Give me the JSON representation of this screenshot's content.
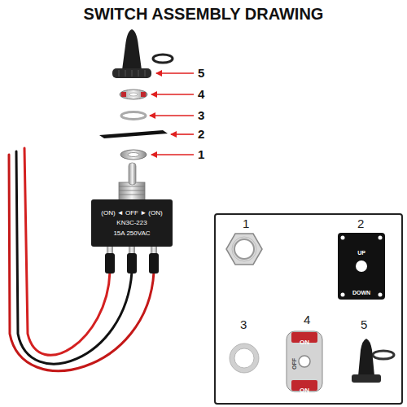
{
  "diagram": {
    "title": "SWITCH ASSEMBLY DRAWING",
    "nodes": [
      {
        "text": [
          "(ON) ◄ OFF ► (ON)",
          "KN3C-223",
          "15A 250VAC"
        ]
      },
      {
        "text": [
          "1",
          "2",
          "3",
          "4",
          "5"
        ]
      },
      {
        "text": [
          "UP",
          "DOWN"
        ],
        "in": 1
      },
      {
        "text": [
          "ON",
          "OFF",
          "ON"
        ],
        "in": 1
      }
    ],
    "labels": [
      "5",
      "4",
      "3",
      "2",
      "1"
    ]
  }
}
